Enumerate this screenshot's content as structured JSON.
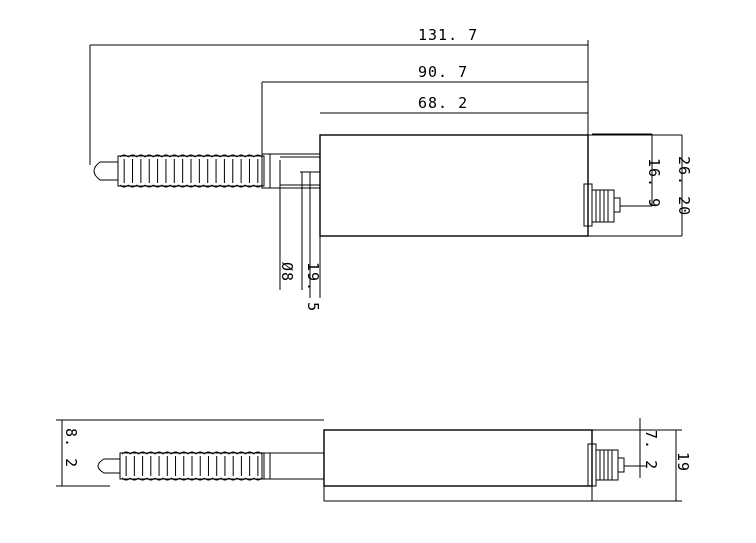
{
  "top_view": {
    "dims": {
      "overall_length": "131. 7",
      "body_plus_shaft": "90. 7",
      "body_length": "68. 2",
      "connector_offset": "16. 9",
      "body_height": "26. 20",
      "shaft_diameter": "Ø8",
      "shaft_offset": "19. 5"
    }
  },
  "side_view": {
    "dims": {
      "rod_height": "8. 2",
      "connector_offset": "7. 2",
      "body_thickness": "19"
    }
  }
}
